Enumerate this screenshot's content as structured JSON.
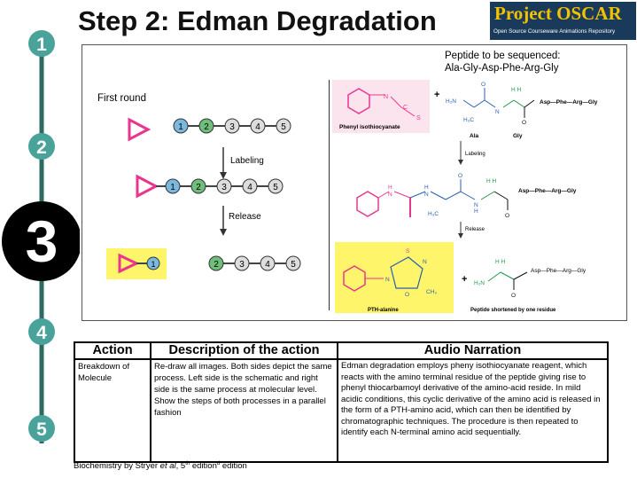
{
  "header": {
    "title": "Step 2: Edman Degradation",
    "logo_line1": "Project OSCAR",
    "logo_line2": "Open Source Courseware Animations Repository"
  },
  "steps": [
    "1",
    "2",
    "3",
    "4",
    "5"
  ],
  "colors": {
    "step_bar": "#2d6b62",
    "step_light": "#4aa39a",
    "active_step": "#000000",
    "peptide_label": "#7ab8e0",
    "pth_highlight": "#fff56a",
    "tag": "#e8368f"
  },
  "diagram": {
    "peptide_title": "Peptide to be sequenced:",
    "peptide_seq": "Ala-Gly-Asp-Phe-Arg-Gly",
    "first_round": "First round",
    "labeling": "Labeling",
    "release": "Release",
    "beads": [
      "1",
      "2",
      "3",
      "4",
      "5"
    ],
    "chem": {
      "phenyl_isothiocyanate": "Phenyl isothiocyanate",
      "ala": "Ala",
      "gly": "Gly",
      "labeling": "Labeling",
      "release": "Release",
      "rest_chain": "Asp—Phe—Arg—Gly",
      "pth_alanine": "PTH-alanine",
      "shortened": "Peptide shortened by one residue"
    }
  },
  "table": {
    "headers": [
      "Action",
      "Description of the action",
      "Audio Narration"
    ],
    "action": "Breakdown of Molecule",
    "description": "Re-draw all images. Both sides depict the same process. Left side is the schematic and right side is the same process at molecular level. Show the steps of both processes in a parallel fashion",
    "narration": "Edman degradation employs pheny isothiocyanate reagent, which reacts with the  amino terminal residue of the peptide giving rise to phenyl thiocarbamoyl derivative of the amino-acid reside. In mild acidic conditions, this cyclic derivative of the amino acid is released in the form of a PTH-amino acid, which can then be identified by chromatographic techniques. The procedure is then repeated to identify each N-terminal amino acid sequentially."
  },
  "source": {
    "prefix": "Biochemistry by Stryer ",
    "et_al": "et al",
    "suffix": ", 5",
    "sup1": "th",
    "suffix2": " edition",
    "sup2": "d",
    "suffix3": " edition"
  }
}
